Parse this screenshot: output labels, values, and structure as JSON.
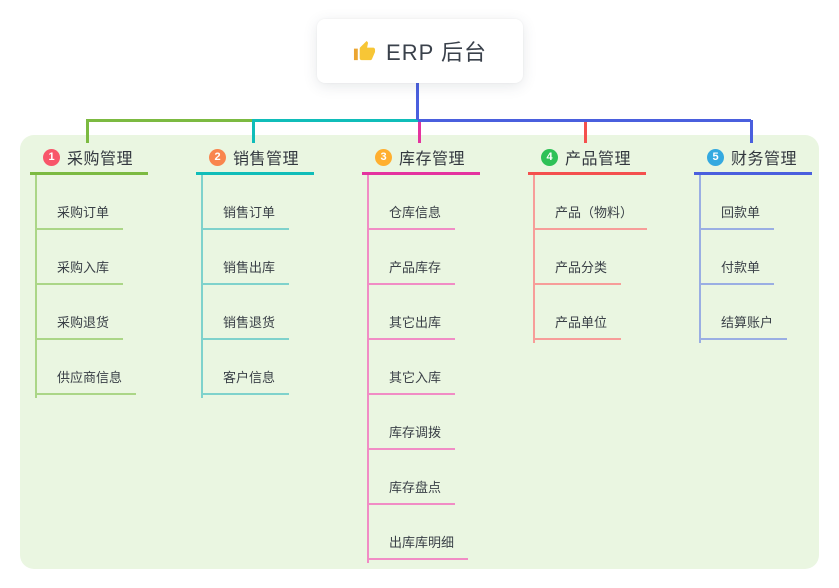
{
  "root": {
    "title": "ERP 后台",
    "icon": "thumbs-up"
  },
  "colors": {
    "connector": "#4A5FDE",
    "panel_background": "#EAF6E1",
    "card_background": "#FFFFFF",
    "title_text": "#3A414B",
    "label_text": "#33383F",
    "child_text": "#3A4047",
    "thumb_icon": "#F7C636"
  },
  "branches": [
    {
      "num": "1",
      "label": "采购管理",
      "color": "#7CBA41",
      "light": "#ABD687",
      "badge": "#F8566A",
      "children": [
        "采购订单",
        "采购入库",
        "采购退货",
        "供应商信息"
      ]
    },
    {
      "num": "2",
      "label": "销售管理",
      "color": "#10BDB9",
      "light": "#7FD2CC",
      "badge": "#F9854E",
      "children": [
        "销售订单",
        "销售出库",
        "销售退货",
        "客户信息"
      ]
    },
    {
      "num": "3",
      "label": "库存管理",
      "color": "#E4339F",
      "light": "#F18CC5",
      "badge": "#FFAF2F",
      "children": [
        "仓库信息",
        "产品库存",
        "其它出库",
        "其它入库",
        "库存调拨",
        "库存盘点",
        "出库库明细"
      ]
    },
    {
      "num": "4",
      "label": "产品管理",
      "color": "#F4504E",
      "light": "#F79D99",
      "badge": "#2EC157",
      "children": [
        "产品（物料）",
        "产品分类",
        "产品单位"
      ]
    },
    {
      "num": "5",
      "label": "财务管理",
      "color": "#4A5FDE",
      "light": "#9AAEE3",
      "badge": "#34A9E0",
      "children": [
        "回款单",
        "付款单",
        "结算账户"
      ]
    }
  ]
}
